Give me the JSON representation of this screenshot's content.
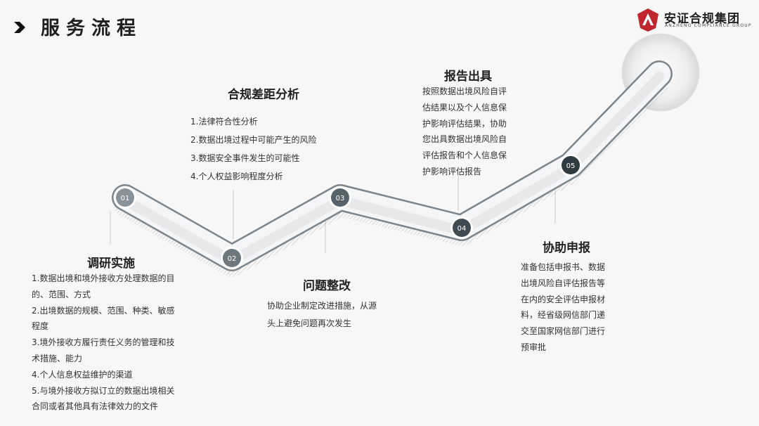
{
  "header": {
    "title": "服务流程"
  },
  "logo": {
    "name": "安证合规集团",
    "subtitle": "ANZHENG COMPLIANCE GROUP"
  },
  "steps": [
    {
      "number": "01",
      "title": "调研实施",
      "lines": [
        "1.数据出境和境外接收方处理数据的目",
        "的、范围、方式",
        "2.出境数据的规模、范围、种类、敏感",
        "程度",
        "3.境外接收方履行责任义务的管理和技",
        "术措施、能力",
        "4.个人信息权益维护的渠道",
        "5.与境外接收方拟订立的数据出境相关",
        "合同或者其他具有法律效力的文件"
      ]
    },
    {
      "number": "02",
      "title": "合规差距分析",
      "lines": [
        "1.法律符合性分析",
        "2.数据出境过程中可能产生的风险",
        "3.数据安全事件发生的可能性",
        "4.个人权益影响程度分析"
      ]
    },
    {
      "number": "03",
      "title": "问题整改",
      "lines": [
        "协助企业制定改进措施，从源",
        "头上避免问题再次发生"
      ]
    },
    {
      "number": "04",
      "title": "报告出具",
      "lines": [
        "按照数据出境风险自评",
        "估结果以及个人信息保",
        "护影响评估结果，协助",
        "您出具数据出境风险自",
        "评估报告和个人信息保",
        "护影响评估报告"
      ]
    },
    {
      "number": "05",
      "title": "协助申报",
      "lines": [
        "准备包括申报书、数据",
        "出境风险自评估报告等",
        "在内的安全评估申报材",
        "料，经省级网信部门递",
        "交至国家网信部门进行",
        "预审批"
      ]
    }
  ],
  "colors": {
    "node_01": "#8a9299",
    "node_02": "#6d777e",
    "node_03": "#56636b",
    "node_04": "#3f4b53",
    "node_05": "#2f3a41"
  }
}
